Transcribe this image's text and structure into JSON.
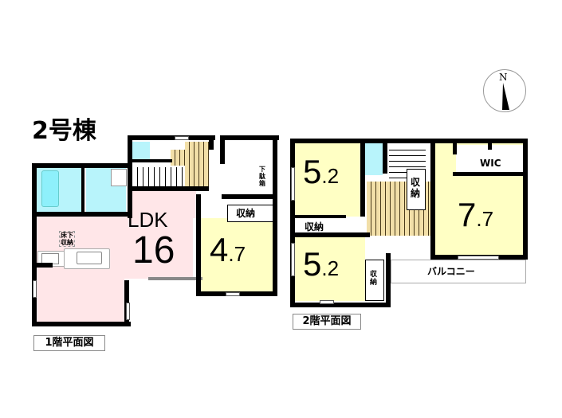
{
  "building": {
    "title": "2号棟"
  },
  "compass": {
    "label": "N",
    "icon": "north-arrow-icon"
  },
  "floor1": {
    "label": "1階平面図",
    "rooms": {
      "ldk": {
        "name": "LDK",
        "size": "16"
      },
      "western": {
        "size_int": "4",
        "size_dec": ".7"
      },
      "storage1": "収納",
      "underfloor": "床下\n収納",
      "shoe_box": "下駄箱"
    }
  },
  "floor2": {
    "label": "2階平面図",
    "rooms": {
      "room_a": {
        "size_int": "5",
        "size_dec": ".2"
      },
      "room_b": {
        "size_int": "5",
        "size_dec": ".2"
      },
      "room_c": {
        "size_int": "7",
        "size_dec": ".7"
      },
      "storage_a": "収納",
      "storage_b": "収納",
      "storage_hall": "収納",
      "wic": "WIC",
      "balcony": "バルコニー"
    }
  },
  "colors": {
    "ldk": "#ffe6e8",
    "bedroom": "#ffffc4",
    "wet": "#b8f4fb",
    "stairs": "#f2dfa8",
    "wall": "#000000"
  }
}
